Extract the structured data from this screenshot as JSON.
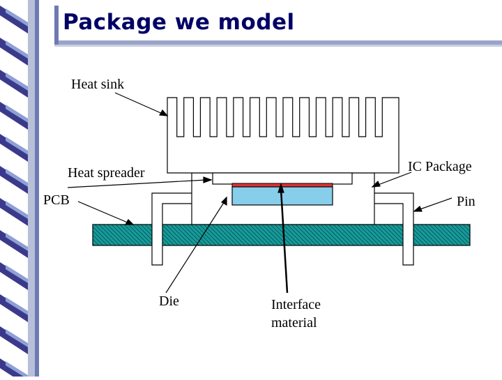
{
  "slide": {
    "title": "Package we model"
  },
  "diagram": {
    "labels": {
      "heat_sink": "Heat sink",
      "heat_spreader": "Heat spreader",
      "ic_package": "IC Package",
      "pcb": "PCB",
      "pin": "Pin",
      "die": "Die",
      "interface_line1": "Interface",
      "interface_line2": "material"
    }
  },
  "colors": {
    "title": "#000066",
    "pcb_fill": "#169b9b",
    "die_fill": "#87ceeb",
    "interface_fill": "#dd3333",
    "sidebar_blue": "#8fa0d6",
    "sidebar_dark": "#3a3a8c"
  }
}
